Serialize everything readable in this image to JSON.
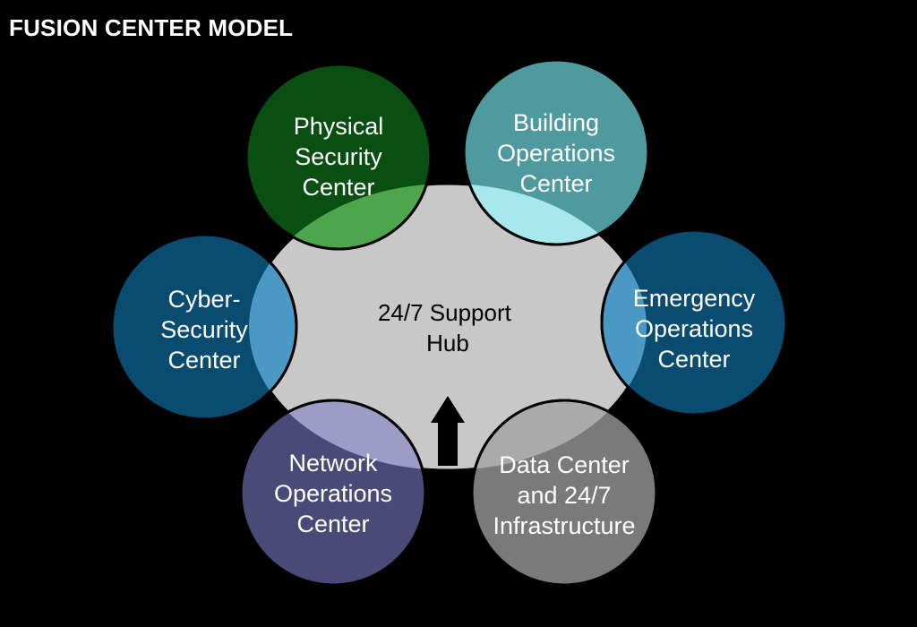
{
  "title": "FUSION CENTER MODEL",
  "colors": {
    "background": "#000000",
    "hub": "#c8c8c8",
    "circle_stroke": "#000000",
    "arrow": "#000000"
  },
  "hub": {
    "lines": [
      "24/7 Support",
      "Hub"
    ]
  },
  "nodes": [
    {
      "id": "physical-security",
      "lines": [
        "Physical",
        "Security",
        "Center"
      ],
      "fill": "#0a4f12",
      "overlap_fill": "#4ea64c"
    },
    {
      "id": "building-operations",
      "lines": [
        "Building",
        "Operations",
        "Center"
      ],
      "fill": "#4e9a9e",
      "overlap_fill": "#a8e8ec"
    },
    {
      "id": "emergency-operations",
      "lines": [
        "Emergency",
        "Operations",
        "Center"
      ],
      "fill": "#0a4c70",
      "overlap_fill": "#4a98c4"
    },
    {
      "id": "data-center",
      "lines": [
        "Data Center",
        "and 24/7",
        "Infrastructure"
      ],
      "fill": "#7a7a7a",
      "overlap_fill": "#aaaaaa"
    },
    {
      "id": "network-operations",
      "lines": [
        "Network",
        "Operations",
        "Center"
      ],
      "fill": "#4a4a78",
      "overlap_fill": "#9c9cc6"
    },
    {
      "id": "cyber-security",
      "lines": [
        "Cyber-",
        "Security",
        "Center"
      ],
      "fill": "#0a4c70",
      "overlap_fill": "#4a98c4"
    }
  ]
}
